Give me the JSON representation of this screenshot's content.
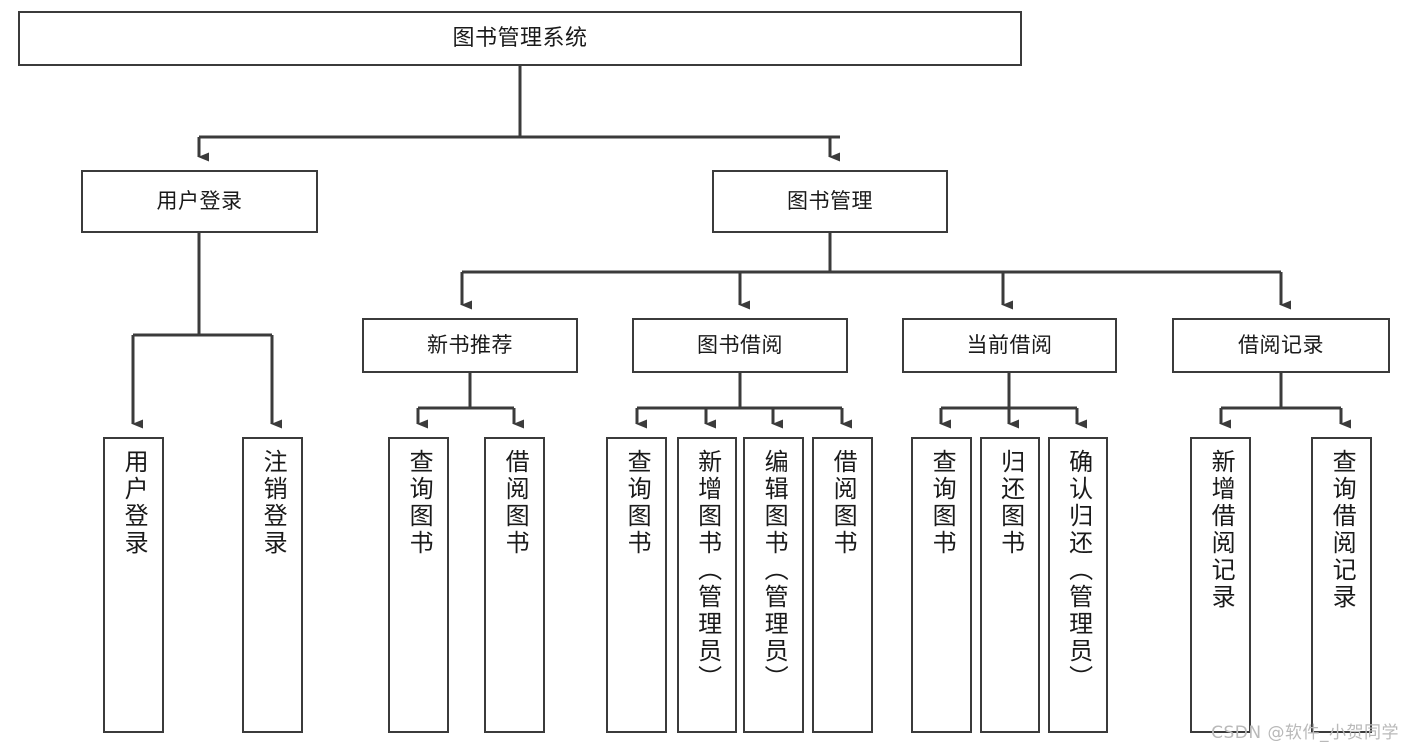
{
  "diagram": {
    "type": "tree",
    "title": "图书管理系统",
    "watermark": "CSDN @软件_小贺同学",
    "colors": {
      "box_border": "#3b3b3b",
      "box_fill": "#ffffff",
      "edge": "#3b3b3b",
      "text": "#1a1a1a",
      "watermark": "#b9b9b9"
    },
    "levels": {
      "root": "图书管理系统",
      "level2": [
        "用户登录",
        "图书管理"
      ],
      "level3": [
        "新书推荐",
        "图书借阅",
        "当前借阅",
        "借阅记录"
      ]
    },
    "nodes": {
      "root": {
        "id": "root",
        "label": "图书管理系统"
      },
      "n_user_login": {
        "id": "n_user_login",
        "label": "用户登录"
      },
      "n_book_mgmt": {
        "id": "n_book_mgmt",
        "label": "图书管理"
      },
      "n_new_rec": {
        "id": "n_new_rec",
        "label": "新书推荐"
      },
      "n_borrow": {
        "id": "n_borrow",
        "label": "图书借阅"
      },
      "n_current": {
        "id": "n_current",
        "label": "当前借阅"
      },
      "n_record": {
        "id": "n_record",
        "label": "借阅记录"
      },
      "l_user_login": {
        "id": "l_user_login",
        "label": "用户登录"
      },
      "l_logout": {
        "id": "l_logout",
        "label": "注销登录"
      },
      "l_query_book_1": {
        "id": "l_query_book_1",
        "label": "查询图书"
      },
      "l_borrow_book_1": {
        "id": "l_borrow_book_1",
        "label": "借阅图书"
      },
      "l_query_book_2": {
        "id": "l_query_book_2",
        "label": "查询图书"
      },
      "l_add_book": {
        "id": "l_add_book",
        "label": "新增图书（管理员）"
      },
      "l_edit_book": {
        "id": "l_edit_book",
        "label": "编辑图书（管理员）"
      },
      "l_borrow_book_2": {
        "id": "l_borrow_book_2",
        "label": "借阅图书"
      },
      "l_query_book_3": {
        "id": "l_query_book_3",
        "label": "查询图书"
      },
      "l_return_book": {
        "id": "l_return_book",
        "label": "归还图书"
      },
      "l_confirm_return": {
        "id": "l_confirm_return",
        "label": "确认归还（管理员）"
      },
      "l_add_record": {
        "id": "l_add_record",
        "label": "新增借阅记录"
      },
      "l_query_record": {
        "id": "l_query_record",
        "label": "查询借阅记录"
      }
    },
    "edges": [
      {
        "from": "root",
        "to": "n_user_login"
      },
      {
        "from": "root",
        "to": "n_book_mgmt"
      },
      {
        "from": "n_user_login",
        "to": "l_user_login"
      },
      {
        "from": "n_user_login",
        "to": "l_logout"
      },
      {
        "from": "n_book_mgmt",
        "to": "n_new_rec"
      },
      {
        "from": "n_book_mgmt",
        "to": "n_borrow"
      },
      {
        "from": "n_book_mgmt",
        "to": "n_current"
      },
      {
        "from": "n_book_mgmt",
        "to": "n_record"
      },
      {
        "from": "n_new_rec",
        "to": "l_query_book_1"
      },
      {
        "from": "n_new_rec",
        "to": "l_borrow_book_1"
      },
      {
        "from": "n_borrow",
        "to": "l_query_book_2"
      },
      {
        "from": "n_borrow",
        "to": "l_add_book"
      },
      {
        "from": "n_borrow",
        "to": "l_edit_book"
      },
      {
        "from": "n_borrow",
        "to": "l_borrow_book_2"
      },
      {
        "from": "n_current",
        "to": "l_query_book_3"
      },
      {
        "from": "n_current",
        "to": "l_return_book"
      },
      {
        "from": "n_current",
        "to": "l_confirm_return"
      },
      {
        "from": "n_record",
        "to": "l_add_record"
      },
      {
        "from": "n_record",
        "to": "l_query_record"
      }
    ]
  }
}
